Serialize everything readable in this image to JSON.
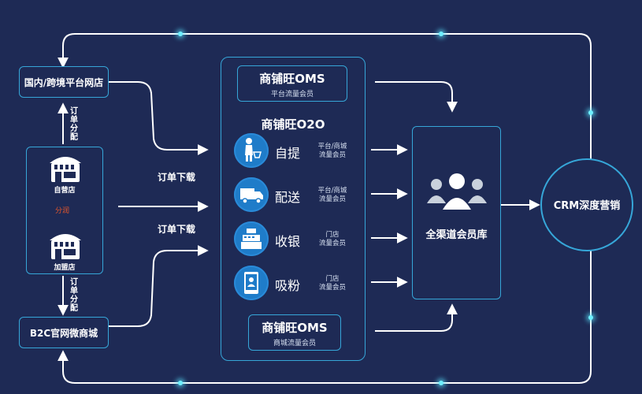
{
  "left": {
    "domestic_store": "国内/跨境平台网店",
    "self_store": "自营店",
    "franchise_store": "加盟店",
    "profit_share": "分润",
    "order_dispatch_top": "订单分配",
    "order_dispatch_bottom": "订单分配",
    "b2c": "B2C官网微商城"
  },
  "flow": {
    "order_download_1": "订单下载",
    "order_download_2": "订单下载"
  },
  "center": {
    "oms_top_title": "商铺旺OMS",
    "oms_top_sub": "平台流量会员",
    "o2o_title": "商铺旺O2O",
    "rows": [
      {
        "label": "自提",
        "sub1": "平台/商城",
        "sub2": "流量会员",
        "icon": "person-cart-icon"
      },
      {
        "label": "配送",
        "sub1": "平台/商城",
        "sub2": "流量会员",
        "icon": "truck-icon"
      },
      {
        "label": "收银",
        "sub1": "门店",
        "sub2": "流量会员",
        "icon": "cash-register-icon"
      },
      {
        "label": "吸粉",
        "sub1": "门店",
        "sub2": "流量会员",
        "icon": "tablet-user-icon"
      }
    ],
    "oms_bottom_title": "商铺旺OMS",
    "oms_bottom_sub": "商城流量会员"
  },
  "right": {
    "member_db": "全渠道会员库",
    "crm": "CRM深度营销"
  },
  "colors": {
    "background": "#1e2a55",
    "border": "#36a6d8",
    "icon_fill": "#1f7cc9",
    "arrow": "#ffffff",
    "profit_arrow": "#e8572a",
    "glow": "#6ff0ff"
  }
}
